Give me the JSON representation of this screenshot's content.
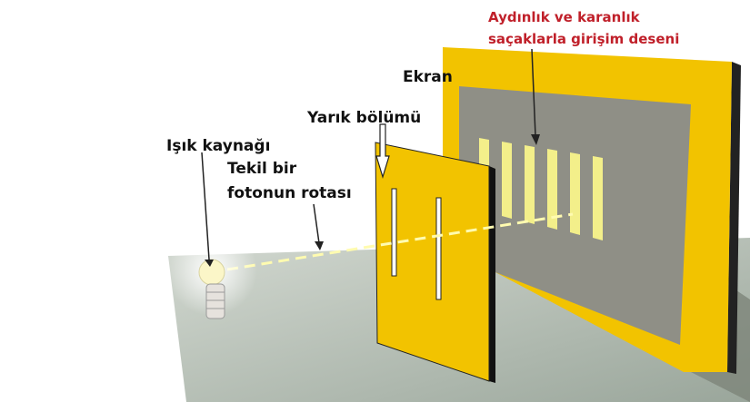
{
  "labels": {
    "light_source": "Işık kaynağı",
    "photon_path_line1": "Tekil bir",
    "photon_path_line2": "fotonun rotası",
    "slit_section": "Yarık bölümü",
    "screen": "Ekran",
    "pattern_line1": "Aydınlık ve karanlık",
    "pattern_line2": "saçaklarla girişim deseni"
  },
  "colors": {
    "panel_yellow": "#f2c300",
    "fringe_yellow": "#f3ef8a",
    "screen_gray": "#8f8f86",
    "floor": "#bfc8bd",
    "annotation_red": "#c0202a"
  },
  "fringe_count": 6,
  "slit_count": 2
}
